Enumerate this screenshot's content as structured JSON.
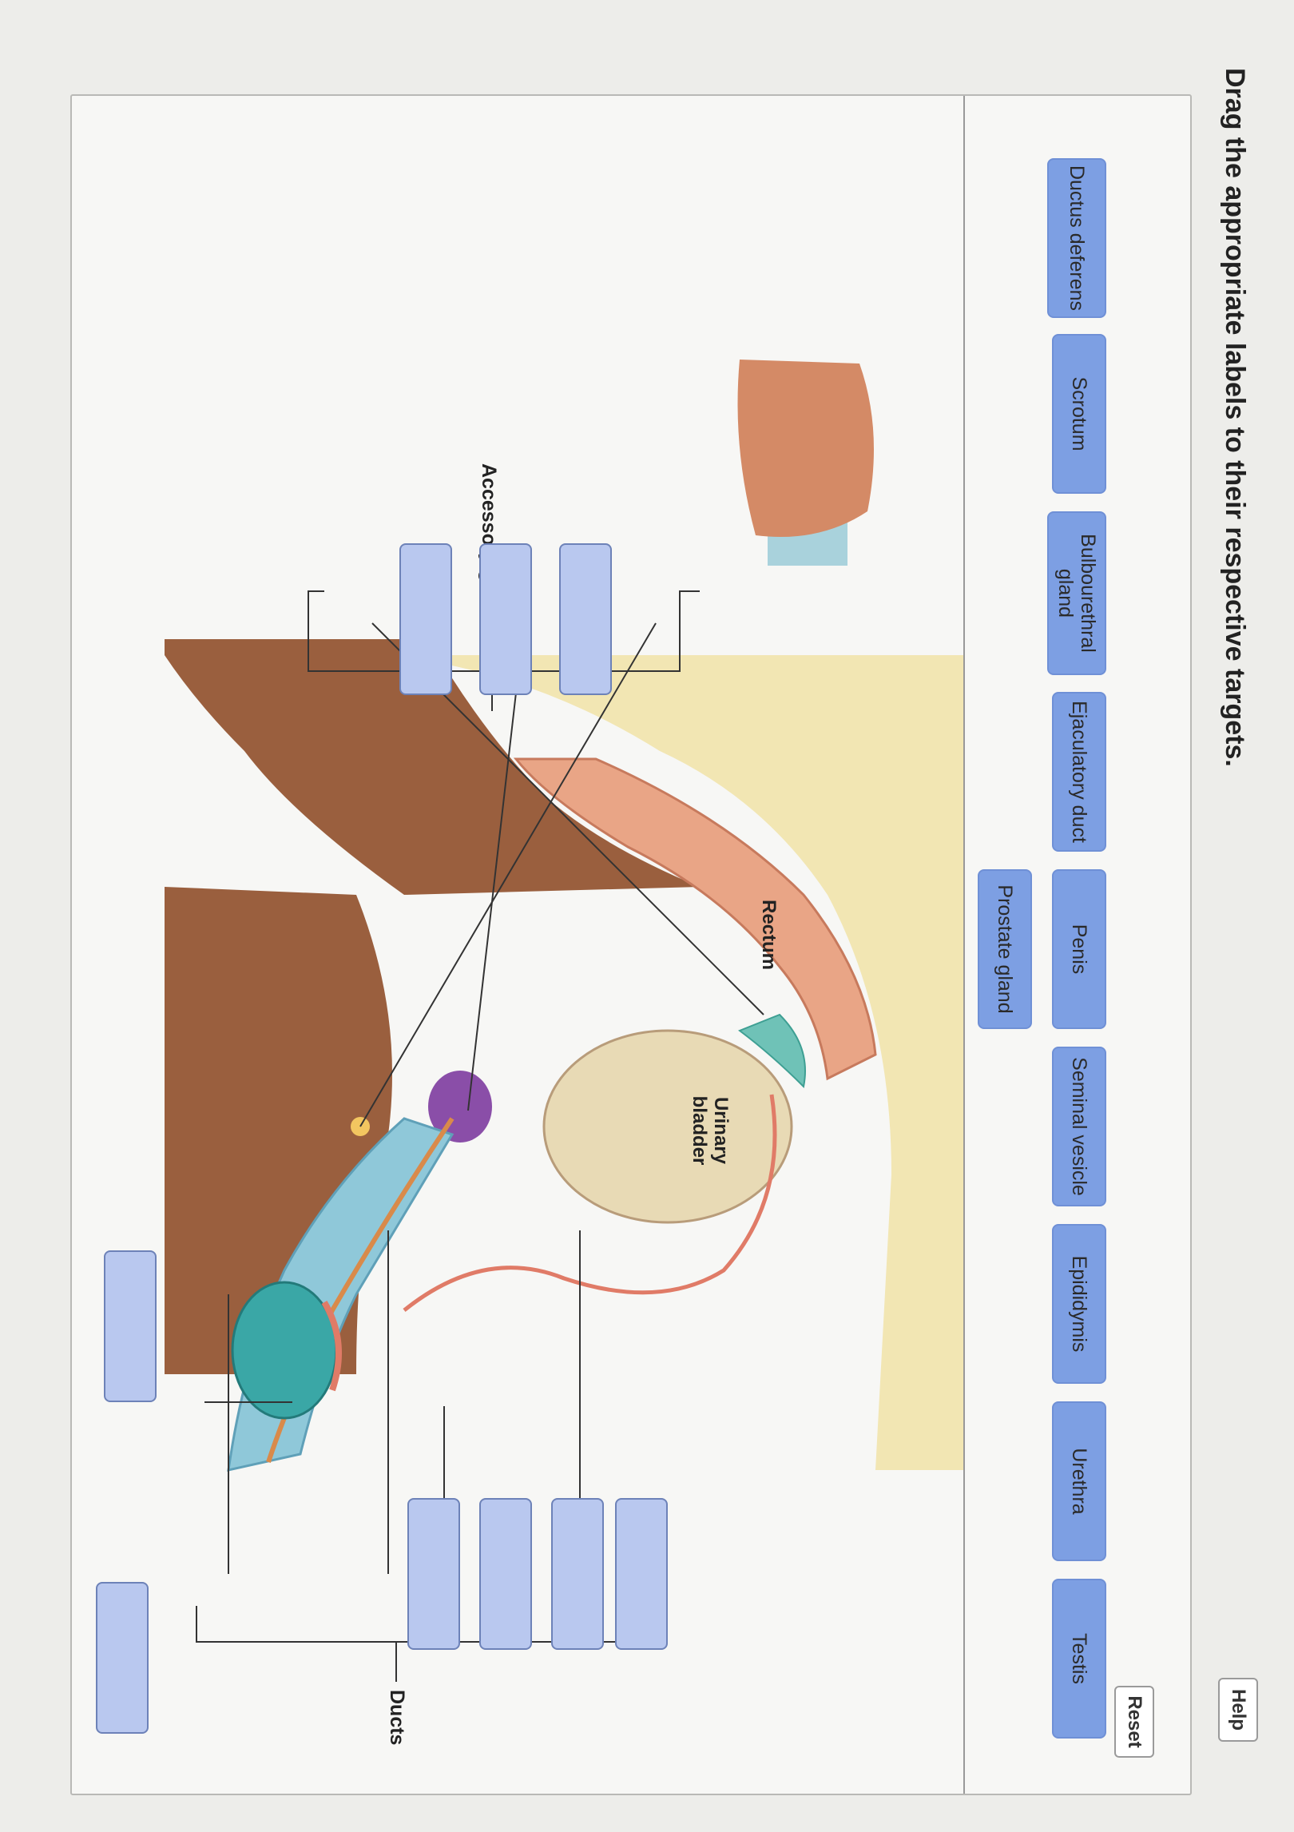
{
  "instruction": "Drag the appropriate labels to their respective targets.",
  "buttons": {
    "reset": "Reset",
    "help": "Help"
  },
  "labels": [
    "Ductus deferens",
    "Scrotum",
    "Bulbourethral gland",
    "Ejaculatory duct",
    "Penis",
    "Seminal vesicle",
    "Epididymis",
    "Urethra",
    "Testis",
    "Prostate gland"
  ],
  "diagram": {
    "group_labels": {
      "accessory": "Accessory glands",
      "ducts": "Ducts"
    },
    "organ_labels": {
      "rectum": "Rectum",
      "bladder": "Urinary bladder"
    },
    "drop_targets": 9
  },
  "colors": {
    "chip": "#7d9fe3",
    "drop_target": "#b9c8ef",
    "skin": "#8b5a3c",
    "fat": "#f3e6a8",
    "bladder": "#eadbb6",
    "prostate": "#8a4ea8",
    "testis": "#3aa7a6",
    "seminal_vesicle": "#6fc2b7"
  }
}
